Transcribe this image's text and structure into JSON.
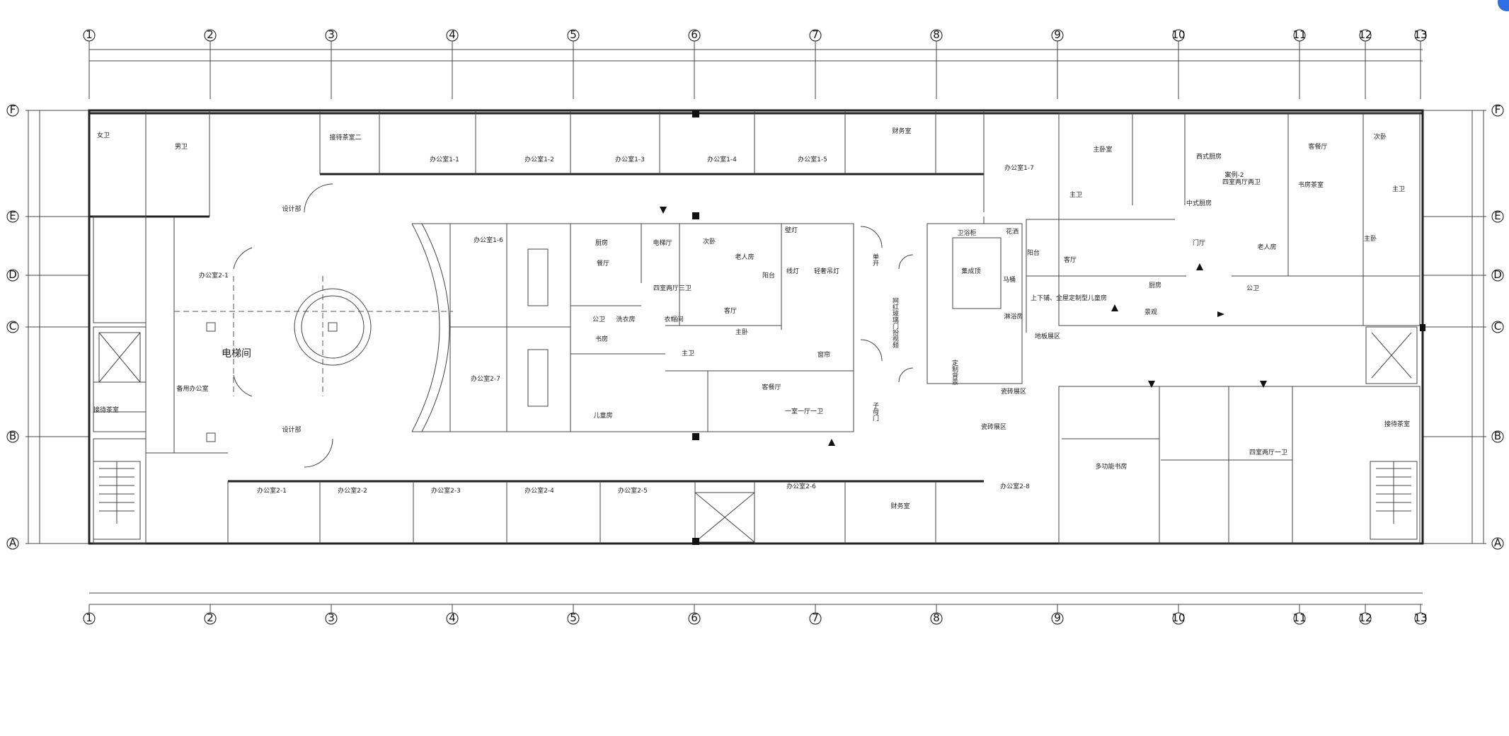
{
  "drawing": {
    "column_axes": [
      "1",
      "2",
      "3",
      "4",
      "5",
      "6",
      "7",
      "8",
      "9",
      "10",
      "11",
      "12",
      "13"
    ],
    "row_axes": [
      "F",
      "E",
      "D",
      "C",
      "B",
      "A"
    ]
  },
  "rooms": [
    {
      "id": "womens_wc",
      "label": "女卫"
    },
    {
      "id": "mens_wc",
      "label": "男卫"
    },
    {
      "id": "reception_2",
      "label": "接待茶室二"
    },
    {
      "id": "office_1_1",
      "label": "办公室1-1"
    },
    {
      "id": "office_1_2",
      "label": "办公室1-2"
    },
    {
      "id": "office_1_3",
      "label": "办公室1-3"
    },
    {
      "id": "office_1_4",
      "label": "办公室1-4"
    },
    {
      "id": "office_1_5",
      "label": "办公室1-5"
    },
    {
      "id": "finance_top",
      "label": "财务室"
    },
    {
      "id": "office_1_7",
      "label": "办公室1-7"
    },
    {
      "id": "design_dept_top",
      "label": "设计部"
    },
    {
      "id": "office_2_1_west",
      "label": "办公室2-1"
    },
    {
      "id": "elevator_hall",
      "label": "电梯间"
    },
    {
      "id": "standby_office",
      "label": "备用办公室"
    },
    {
      "id": "reception_west",
      "label": "接待茶室"
    },
    {
      "id": "design_dept_bottom",
      "label": "设计部"
    },
    {
      "id": "office_1_6",
      "label": "办公室1-6"
    },
    {
      "id": "office_2_7",
      "label": "办公室2-7"
    },
    {
      "id": "kitchen_a",
      "label": "厨房"
    },
    {
      "id": "dining_a",
      "label": "餐厅"
    },
    {
      "id": "study_a",
      "label": "书房"
    },
    {
      "id": "childrens_room",
      "label": "儿童房"
    },
    {
      "id": "public_wc_a",
      "label": "公卫"
    },
    {
      "id": "laundry",
      "label": "洗衣房"
    },
    {
      "id": "elevator_lobby",
      "label": "电梯厅"
    },
    {
      "id": "second_bed",
      "label": "次卧"
    },
    {
      "id": "elderly_room",
      "label": "老人房"
    },
    {
      "id": "living_a",
      "label": "客厅"
    },
    {
      "id": "balcony_a",
      "label": "阳台"
    },
    {
      "id": "cloakroom",
      "label": "衣帽间"
    },
    {
      "id": "master_bed_a",
      "label": "主卧"
    },
    {
      "id": "master_wc_a",
      "label": "主卫"
    },
    {
      "id": "living_dining_a",
      "label": "客餐厅"
    },
    {
      "id": "case_3",
      "label": "四室两厅三卫"
    },
    {
      "id": "case_4",
      "label": "一室一厅一卫"
    },
    {
      "id": "wall_lamp",
      "label": "壁灯"
    },
    {
      "id": "light_strip",
      "label": "线灯"
    },
    {
      "id": "chandelier",
      "label": "轻奢吊灯"
    },
    {
      "id": "curtain",
      "label": "窗帘"
    },
    {
      "id": "single_door",
      "label": "单开"
    },
    {
      "id": "double_door",
      "label": "子母门"
    },
    {
      "id": "glass_door_display",
      "label": "网红玻璃门扮视频"
    },
    {
      "id": "custom_back",
      "label": "定制背景"
    },
    {
      "id": "integrated_ceiling",
      "label": "集成顶"
    },
    {
      "id": "bathroom_cabinet",
      "label": "卫浴柜"
    },
    {
      "id": "toilet",
      "label": "马桶"
    },
    {
      "id": "shower_room",
      "label": "淋浴房"
    },
    {
      "id": "flower_sprinkler",
      "label": "花洒"
    },
    {
      "id": "master_room",
      "label": "主卧室"
    },
    {
      "id": "master_wc_b",
      "label": "主卫"
    },
    {
      "id": "balcony_b",
      "label": "阳台"
    },
    {
      "id": "living_b",
      "label": "客厅"
    },
    {
      "id": "bunk_room",
      "label": "上下铺、全屋定制型儿童房"
    },
    {
      "id": "floor_display",
      "label": "地板展区"
    },
    {
      "id": "kitchen_b",
      "label": "厨房"
    },
    {
      "id": "view_room",
      "label": "景观"
    },
    {
      "id": "western_kitchen",
      "label": "西式厨房"
    },
    {
      "id": "chinese_kitchen",
      "label": "中式厨房"
    },
    {
      "id": "case_2",
      "label": "案例-2"
    },
    {
      "id": "four_rooms_two_halls",
      "label": "四室两厅两卫"
    },
    {
      "id": "living_dining_b",
      "label": "客餐厅"
    },
    {
      "id": "study_tea",
      "label": "书房茶室"
    },
    {
      "id": "foyer",
      "label": "门厅"
    },
    {
      "id": "public_wc_b",
      "label": "公卫"
    },
    {
      "id": "elderly_room_b",
      "label": "老人房"
    },
    {
      "id": "second_bed_b",
      "label": "次卧"
    },
    {
      "id": "master_wc_c",
      "label": "主卫"
    },
    {
      "id": "master_bed_c",
      "label": "主卧"
    },
    {
      "id": "reception_east",
      "label": "接待茶室"
    },
    {
      "id": "tile_display",
      "label": "瓷砖展区"
    },
    {
      "id": "tile_display_b",
      "label": "瓷砖展区"
    },
    {
      "id": "multi_study",
      "label": "多功能书房"
    },
    {
      "id": "case_1",
      "label": "四室两厅一卫"
    },
    {
      "id": "finance_bottom",
      "label": "财务室"
    },
    {
      "id": "office_2_2",
      "label": "办公室2-2"
    },
    {
      "id": "office_2_3",
      "label": "办公室2-3"
    },
    {
      "id": "office_2_4",
      "label": "办公室2-4"
    },
    {
      "id": "office_2_5",
      "label": "办公室2-5"
    },
    {
      "id": "office_2_6",
      "label": "办公室2-6"
    },
    {
      "id": "office_2_8",
      "label": "办公室2-8"
    },
    {
      "id": "office_2_1_label",
      "label": "办公室2-1"
    }
  ]
}
